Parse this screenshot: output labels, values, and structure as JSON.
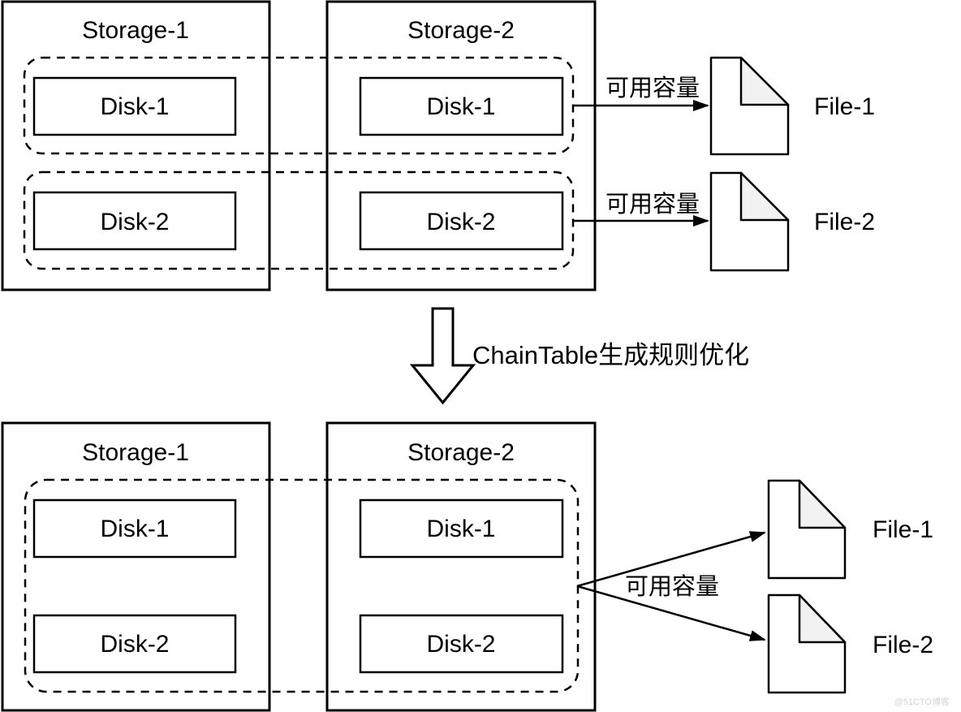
{
  "diagram": {
    "watermark": "@51CTO博客",
    "transition_label": "ChainTable生成规则优化",
    "before": {
      "storages": [
        {
          "title": "Storage-1",
          "disks": [
            "Disk-1",
            "Disk-2"
          ]
        },
        {
          "title": "Storage-2",
          "disks": [
            "Disk-1",
            "Disk-2"
          ]
        }
      ],
      "capacity_labels": [
        "可用容量",
        "可用容量"
      ],
      "files": [
        "File-1",
        "File-2"
      ]
    },
    "after": {
      "storages": [
        {
          "title": "Storage-1",
          "disks": [
            "Disk-1",
            "Disk-2"
          ]
        },
        {
          "title": "Storage-2",
          "disks": [
            "Disk-1",
            "Disk-2"
          ]
        }
      ],
      "capacity_label": "可用容量",
      "files": [
        "File-1",
        "File-2"
      ]
    },
    "colors": {
      "stroke": "#000000",
      "fold_fill": "#f2f2f2",
      "watermark": "#d4d4d4"
    }
  }
}
